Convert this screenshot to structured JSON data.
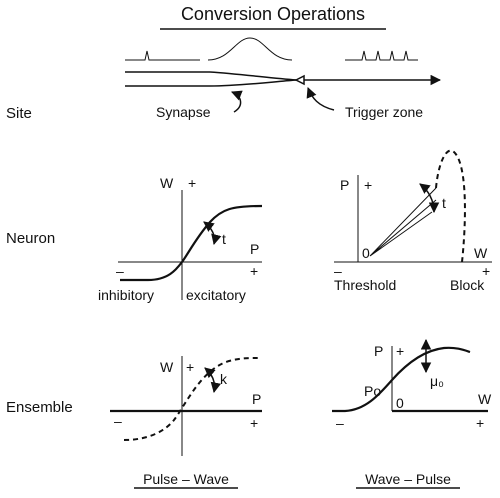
{
  "title": "Conversion Operations",
  "rows": {
    "site": "Site",
    "neuron": "Neuron",
    "ensemble": "Ensemble"
  },
  "site": {
    "synapse": "Synapse",
    "trigger_zone": "Trigger zone"
  },
  "neuron_left": {
    "y_axis": "W",
    "plus_y": "+",
    "x_axis": "P",
    "minus_x": "–",
    "plus_x": "+",
    "t_label": "t",
    "inhibitory": "inhibitory",
    "excitatory": "excitatory"
  },
  "neuron_right": {
    "y_axis": "P",
    "plus_y": "+",
    "origin": "0",
    "x_axis": "W",
    "minus_x": "–",
    "plus_x": "+",
    "t_label": "t",
    "threshold": "Threshold",
    "block": "Block"
  },
  "ensemble_left": {
    "y_axis": "W",
    "plus_y": "+",
    "k_label": "k",
    "x_axis": "P",
    "minus_x": "–",
    "plus_x": "+",
    "caption": "Pulse – Wave"
  },
  "ensemble_right": {
    "y_axis": "P",
    "plus_y": "+",
    "mu_label": "μ₀",
    "po_label": "Po",
    "origin": "0",
    "x_axis": "W",
    "minus_x": "–",
    "plus_x": "+",
    "caption": "Wave – Pulse"
  }
}
